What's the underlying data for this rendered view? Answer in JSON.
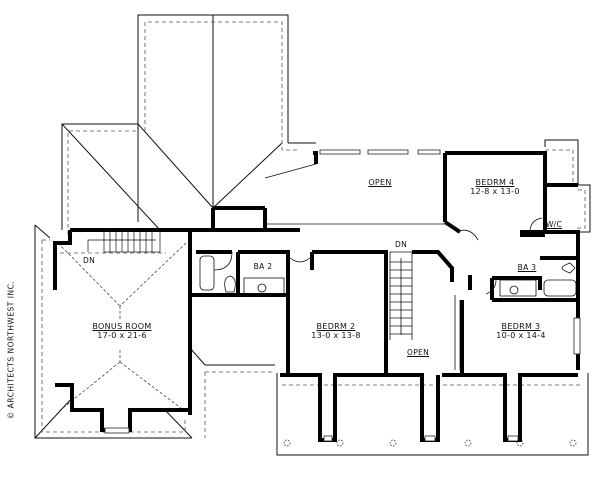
{
  "plan": {
    "type": "upper floor plan",
    "colors": {
      "wall": "#000000",
      "line": "#111111",
      "roof_dash": "#777777",
      "background": "#ffffff"
    },
    "rooms": [
      {
        "id": "bonus",
        "name": "BONUS ROOM",
        "dims": "17-0 x 21-6"
      },
      {
        "id": "bedrm2",
        "name": "BEDRM 2",
        "dims": "13-0 x 13-8"
      },
      {
        "id": "bedrm3",
        "name": "BEDRM 3",
        "dims": "10-0 x 14-4"
      },
      {
        "id": "bedrm4",
        "name": "BEDRM 4",
        "dims": "12-8 x 13-0"
      },
      {
        "id": "ba2",
        "name": "BA 2"
      },
      {
        "id": "ba3",
        "name": "BA 3"
      },
      {
        "id": "wic",
        "name": "W/C"
      },
      {
        "id": "open_top",
        "name": "OPEN"
      },
      {
        "id": "open_stair",
        "name": "OPEN"
      }
    ],
    "stair_labels": {
      "bonus_dn": "DN",
      "main_dn": "DN"
    },
    "credit": "© ARCHITECTS NORTHWEST INC."
  }
}
